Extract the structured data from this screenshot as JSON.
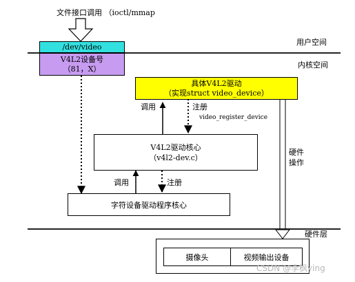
{
  "top_label": "文件接口调用 （ioctl/mmap",
  "layers": {
    "user": "用户空间",
    "kernel": "内核空间",
    "hardware": "硬件层"
  },
  "dev_node": "/dev/video",
  "v4l2_number": {
    "title": "V4L2设备号",
    "value": "（81，X）"
  },
  "driver": {
    "title": "具体V4L2驱动",
    "subtitle": "（实现struct video_device）"
  },
  "core": {
    "title": "V4L2驱动核心",
    "subtitle": "（v4l2-dev.c）"
  },
  "char_core": "字符设备驱动程序核心",
  "call_label_upper": "调用",
  "register_label_upper": "注册",
  "register_function": "video_register_device",
  "call_label_lower": "调用",
  "register_label_lower": "注册",
  "hw_ops": [
    "硬件",
    "操作"
  ],
  "devices": [
    "摄像头",
    "视频输出设备"
  ],
  "watermark": "CSDN @李枫ying",
  "colors": {
    "dev_node": "#33e0e0",
    "v4l2_number": "#c79bf0",
    "driver": "#ffff00"
  }
}
